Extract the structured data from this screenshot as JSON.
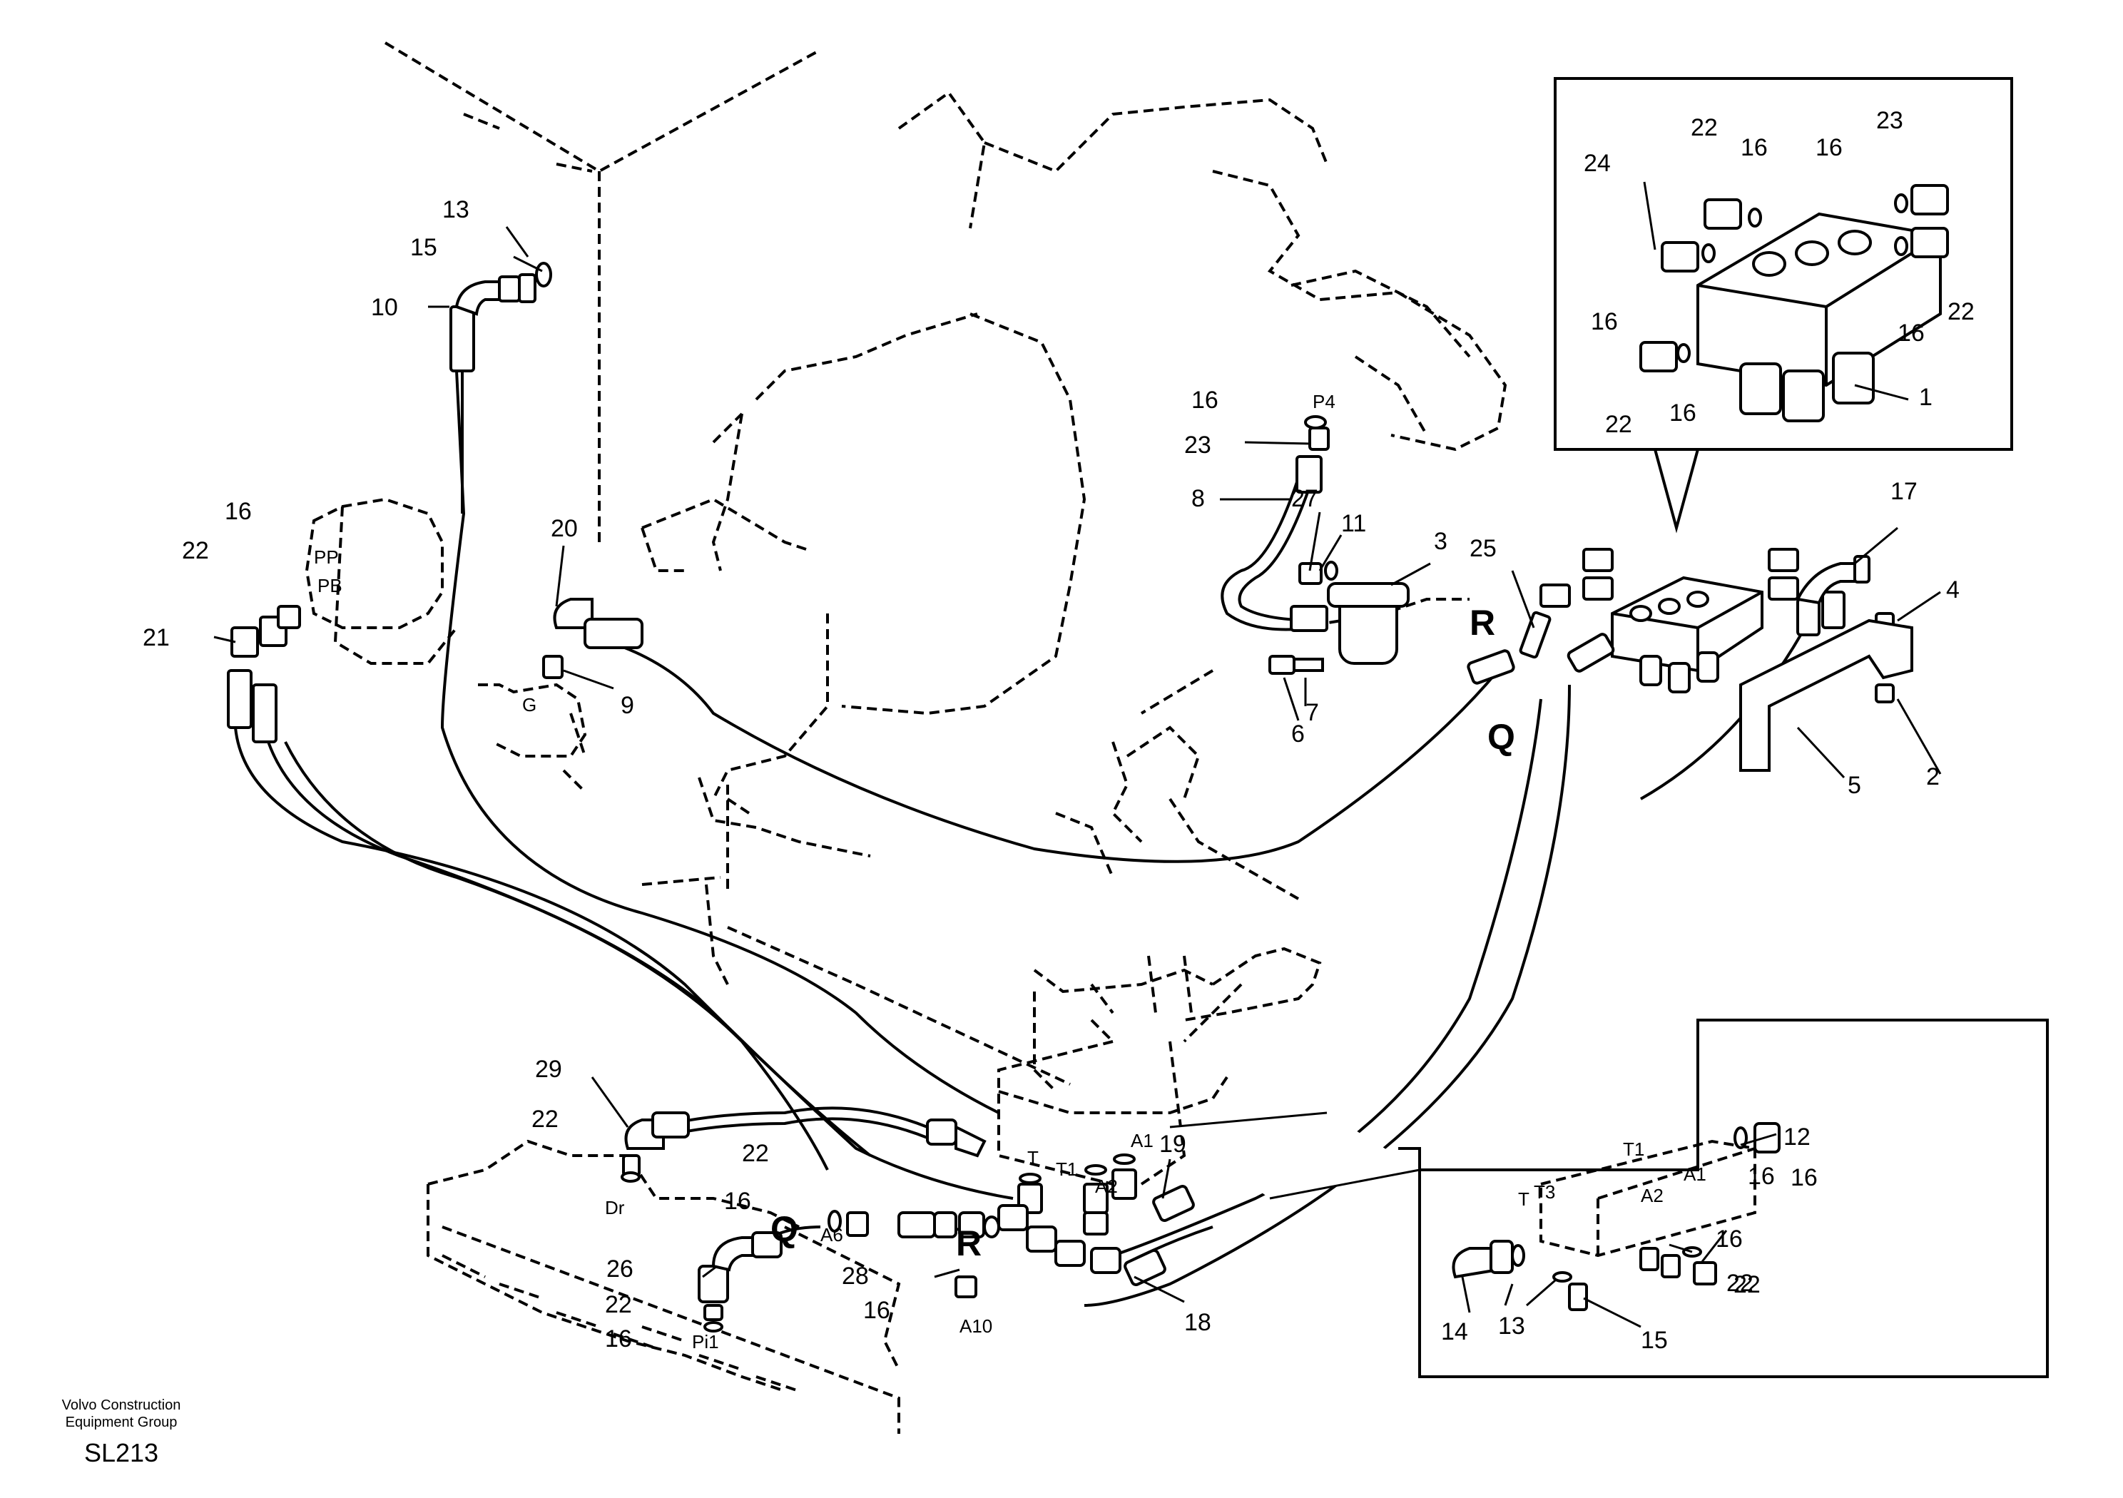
{
  "callouts": [
    {
      "id": "c1",
      "text": "1"
    },
    {
      "id": "c2",
      "text": "2"
    },
    {
      "id": "c3",
      "text": "3"
    },
    {
      "id": "c4",
      "text": "4"
    },
    {
      "id": "c5",
      "text": "5"
    },
    {
      "id": "c6",
      "text": "6"
    },
    {
      "id": "c7",
      "text": "7"
    },
    {
      "id": "c8",
      "text": "8"
    },
    {
      "id": "c9",
      "text": "9"
    },
    {
      "id": "c10",
      "text": "10"
    },
    {
      "id": "c11",
      "text": "11"
    },
    {
      "id": "c12",
      "text": "12"
    },
    {
      "id": "c13",
      "text": "13"
    },
    {
      "id": "c14",
      "text": "14"
    },
    {
      "id": "c15",
      "text": "15"
    },
    {
      "id": "c16",
      "text": "16"
    },
    {
      "id": "c17",
      "text": "17"
    },
    {
      "id": "c18",
      "text": "18"
    },
    {
      "id": "c19",
      "text": "19"
    },
    {
      "id": "c20",
      "text": "20"
    },
    {
      "id": "c21",
      "text": "21"
    },
    {
      "id": "c22",
      "text": "22"
    },
    {
      "id": "c23",
      "text": "23"
    },
    {
      "id": "c24",
      "text": "24"
    },
    {
      "id": "c25",
      "text": "25"
    },
    {
      "id": "c26",
      "text": "26"
    },
    {
      "id": "c27",
      "text": "27"
    },
    {
      "id": "c28",
      "text": "28"
    },
    {
      "id": "c29",
      "text": "29"
    }
  ],
  "ports": {
    "p4": "P4",
    "pp": "PP",
    "pb": "PB",
    "g": "G",
    "dr": "Dr",
    "pi1": "Pi1",
    "a6": "A6",
    "a10": "A10",
    "t": "T",
    "t1": "T1",
    "t3": "T3",
    "a1": "A1",
    "a2": "A2",
    "r": "R",
    "q": "Q"
  },
  "footer": {
    "company_line1": "Volvo Construction",
    "company_line2": "Equipment Group",
    "code": "SL213"
  }
}
